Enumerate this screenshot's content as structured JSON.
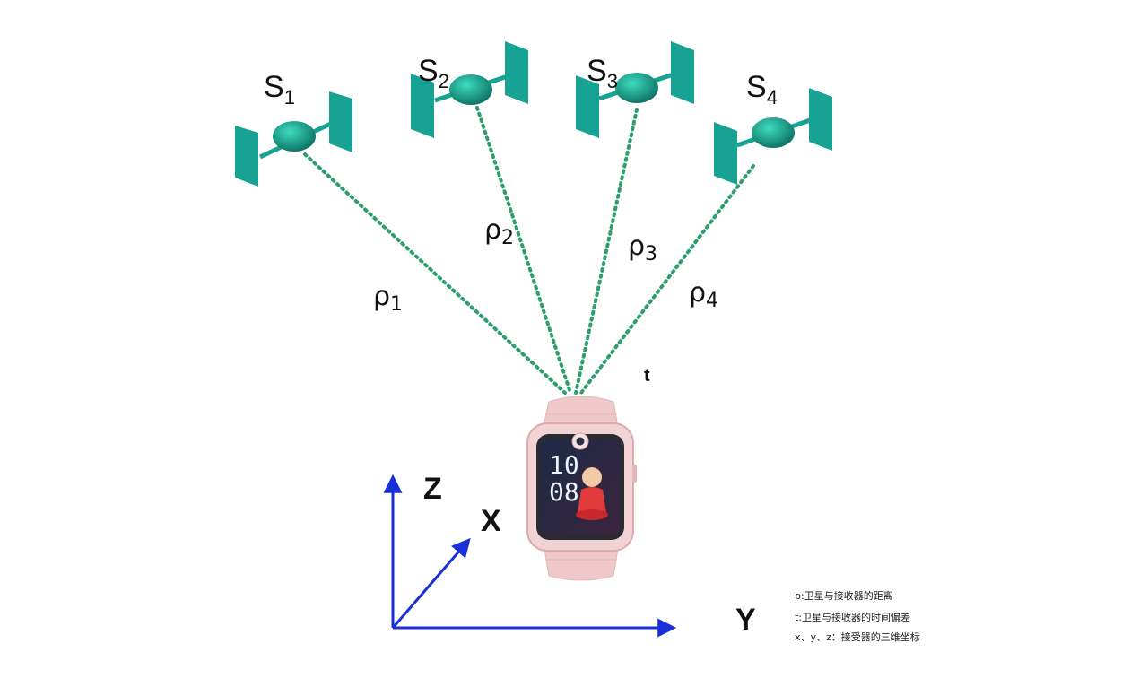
{
  "satellites": [
    {
      "label": "S",
      "sub": "1"
    },
    {
      "label": "S",
      "sub": "2"
    },
    {
      "label": "S",
      "sub": "3"
    },
    {
      "label": "S",
      "sub": "4"
    }
  ],
  "ranges": [
    {
      "label": "ρ",
      "sub": "1"
    },
    {
      "label": "ρ",
      "sub": "2"
    },
    {
      "label": "ρ",
      "sub": "3"
    },
    {
      "label": "ρ",
      "sub": "4"
    }
  ],
  "time_label": "t",
  "axes": {
    "z": "Z",
    "x": "X",
    "y": "Y"
  },
  "watch": {
    "hour": "10",
    "minute": "08"
  },
  "legend": [
    "ρ:卫星与接收器的距离",
    "t:卫星与接收器的时间偏差",
    "x、y、z：接受器的三维坐标"
  ],
  "colors": {
    "satellite": "#17a394",
    "satellite_dark": "#0d7c70",
    "signal": "#2e9e6e",
    "axis": "#1a2fd6",
    "watch_case": "#f1d3d6",
    "watch_strap": "#efc8cc"
  },
  "icons": [
    "satellite-icon",
    "smartwatch-icon"
  ]
}
